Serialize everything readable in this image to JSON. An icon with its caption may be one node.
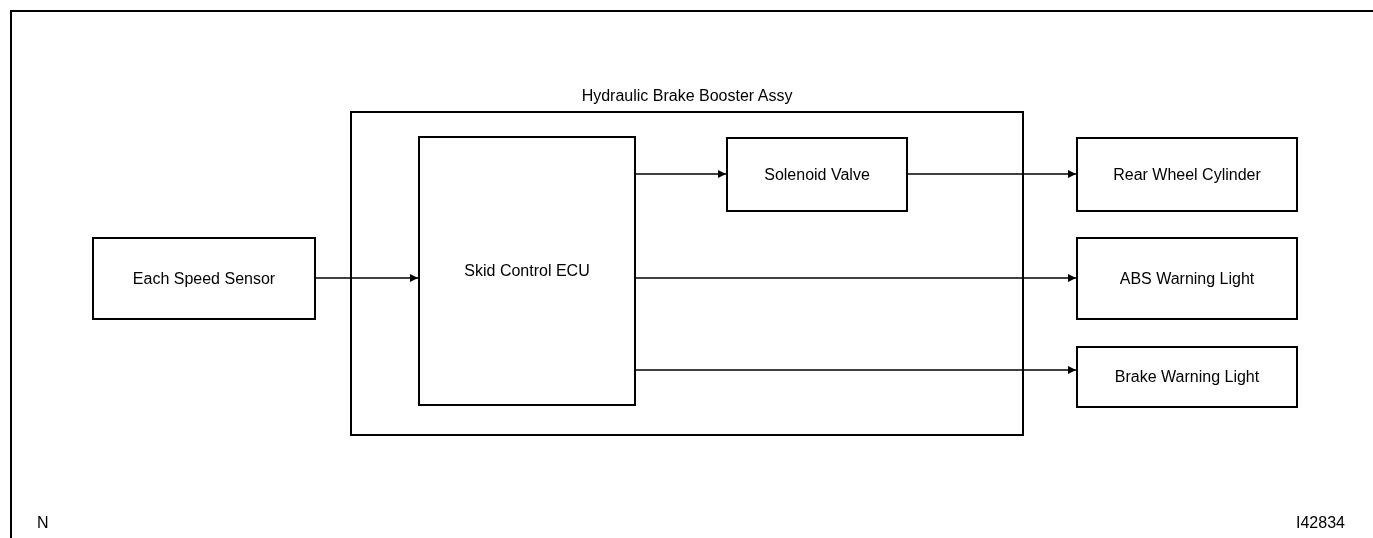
{
  "diagram": {
    "nodes": [
      {
        "text": [
          "Hydraulic Brake Booster Assy"
        ]
      },
      {
        "text": [
          "Skid Control ECU"
        ],
        "in": 0
      },
      {
        "text": [
          "Solenoid Valve"
        ],
        "in": 0
      },
      {
        "text": [
          "Each Speed Sensor"
        ]
      },
      {
        "text": [
          "Rear Wheel Cylinder"
        ]
      },
      {
        "text": [
          "ABS Warning Light"
        ]
      },
      {
        "text": [
          "Brake Warning Light"
        ]
      }
    ],
    "edges": [
      {
        "from": 3,
        "to": 1,
        "arrow": "to"
      },
      {
        "from": 1,
        "to": 2,
        "arrow": "to"
      },
      {
        "from": 2,
        "to": 4,
        "arrow": "to"
      },
      {
        "from": 1,
        "to": 5,
        "arrow": "to"
      },
      {
        "from": 1,
        "to": 6,
        "arrow": "to"
      }
    ],
    "labels": [
      "N",
      "I42834"
    ]
  }
}
